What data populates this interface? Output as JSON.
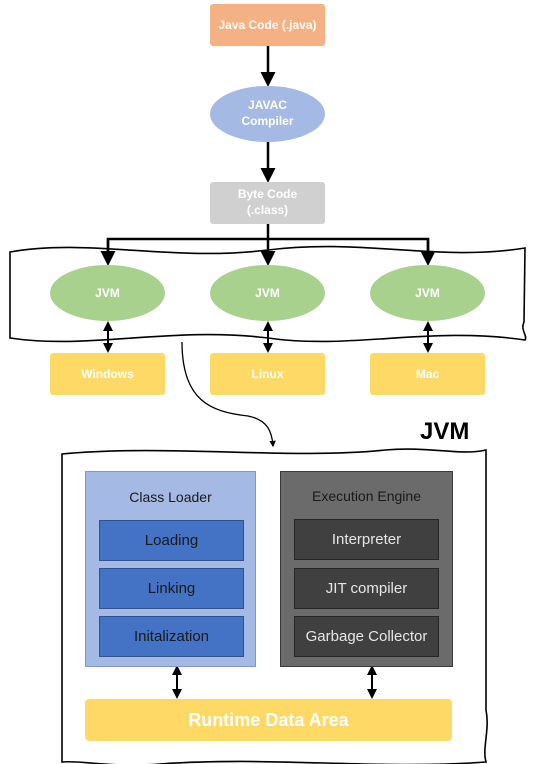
{
  "flow": {
    "source": "Java Code (.java)",
    "compiler_line1": "JAVAC",
    "compiler_line2": "Compiler",
    "bytecode_line1": "Byte Code",
    "bytecode_line2": "(.class)"
  },
  "platforms": [
    {
      "jvm": "JVM",
      "os": "Windows"
    },
    {
      "jvm": "JVM",
      "os": "Linux"
    },
    {
      "jvm": "JVM",
      "os": "Mac"
    }
  ],
  "jvm_detail": {
    "title": "JVM",
    "class_loader": {
      "title": "Class Loader",
      "stages": [
        "Loading",
        "Linking",
        "Initalization"
      ]
    },
    "execution_engine": {
      "title": "Execution Engine",
      "stages": [
        "Interpreter",
        "JIT compiler",
        "Garbage Collector"
      ]
    },
    "runtime_data_area": "Runtime Data Area"
  },
  "colors": {
    "source": "#f4b183",
    "compiler": "#a4b9e3",
    "bytecode": "#d0d0d0",
    "jvm": "#a9d18e",
    "os": "#ffd966",
    "class_loader_panel": "#a4b9e3",
    "class_loader_stage": "#4472c4",
    "execution_engine_panel": "#6b6b6b",
    "execution_engine_stage": "#404040",
    "runtime": "#ffd966"
  }
}
